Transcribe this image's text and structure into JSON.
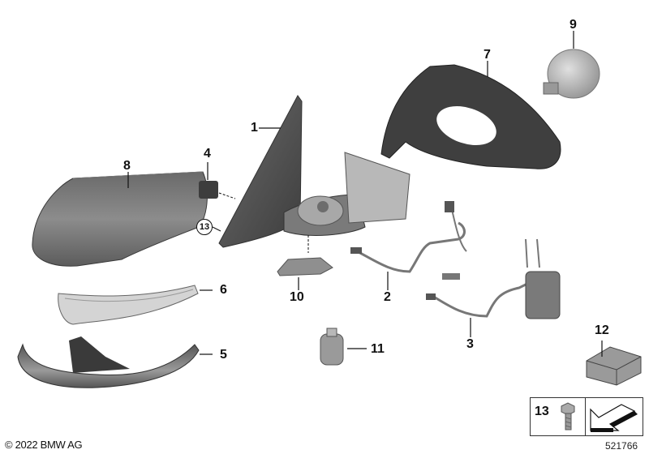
{
  "diagram": {
    "title": "Exterior mirror exploded parts diagram",
    "copyright": "© 2022 BMW AG",
    "reference_number": "521766",
    "callouts": [
      {
        "id": "1",
        "label": "1",
        "part": "mirror-housing-glass"
      },
      {
        "id": "2",
        "label": "2",
        "part": "wiring-harness-a"
      },
      {
        "id": "3",
        "label": "3",
        "part": "wiring-harness-b"
      },
      {
        "id": "4",
        "label": "4",
        "part": "connector"
      },
      {
        "id": "5",
        "label": "5",
        "part": "lower-trim-cover"
      },
      {
        "id": "6",
        "label": "6",
        "part": "turn-signal-lamp"
      },
      {
        "id": "7",
        "label": "7",
        "part": "mirror-frame"
      },
      {
        "id": "8",
        "label": "8",
        "part": "mirror-cap"
      },
      {
        "id": "9",
        "label": "9",
        "part": "mirror-motor"
      },
      {
        "id": "10",
        "label": "10",
        "part": "bottom-cover"
      },
      {
        "id": "11",
        "label": "11",
        "part": "fold-actuator"
      },
      {
        "id": "12",
        "label": "12",
        "part": "repair-kit-box"
      },
      {
        "id": "13",
        "label": "13",
        "part": "screw"
      }
    ],
    "legend": {
      "item_number": "13",
      "icons": [
        "screw-icon",
        "arrow-direction-icon"
      ]
    },
    "colors": {
      "part_dark": "#4a4a4a",
      "part_mid": "#8a8a8a",
      "part_light": "#c8c8c8",
      "line": "#111111"
    }
  }
}
